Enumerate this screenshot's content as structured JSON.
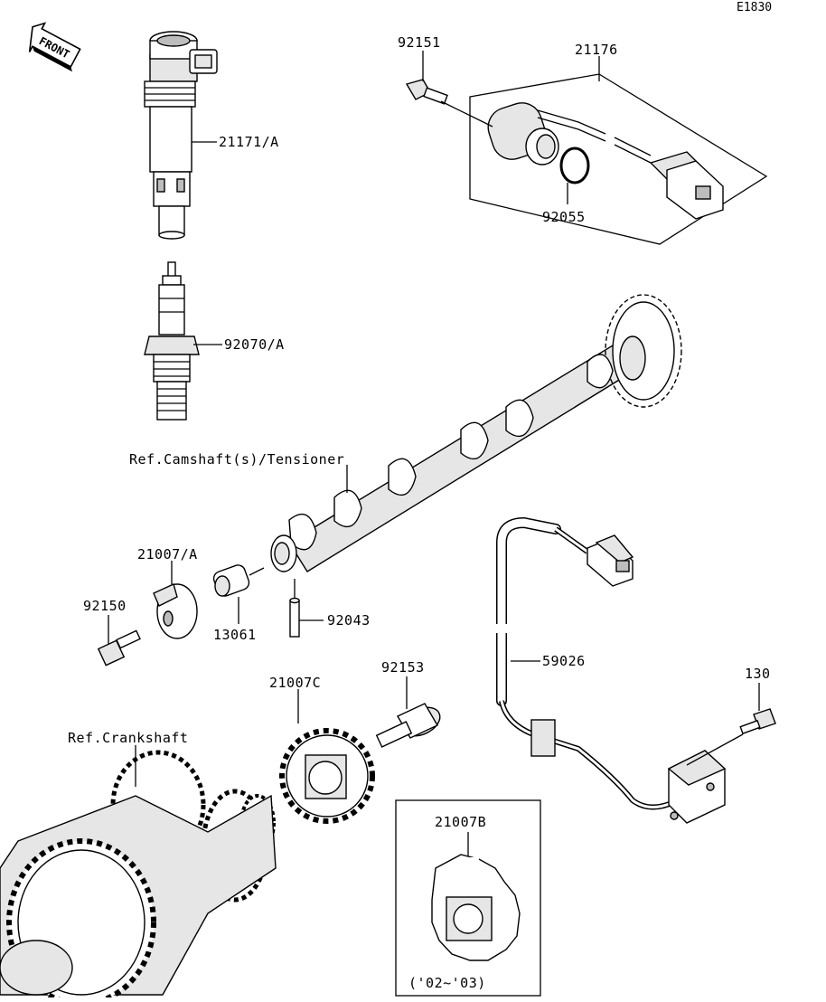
{
  "diagram_code": "E1830",
  "front_label": "FRONT",
  "parts": {
    "ignition_coil": "21171/A",
    "spark_plug": "92070/A",
    "sensor_bolt": "92151",
    "cam_sensor_assy": "21176",
    "o_ring": "92055",
    "rotor_a": "21007/A",
    "bolt_92150": "92150",
    "sleeve": "13061",
    "dowel_pin": "92043",
    "rotor_c": "21007C",
    "bolt_92153": "92153",
    "lead_wire": "59026",
    "bolt_130": "130",
    "rotor_b": "21007B"
  },
  "references": {
    "camshaft": "Ref.Camshaft(s)/Tensioner",
    "crankshaft": "Ref.Crankshaft"
  },
  "notes": {
    "rotor_b_years": "('02~'03)"
  }
}
